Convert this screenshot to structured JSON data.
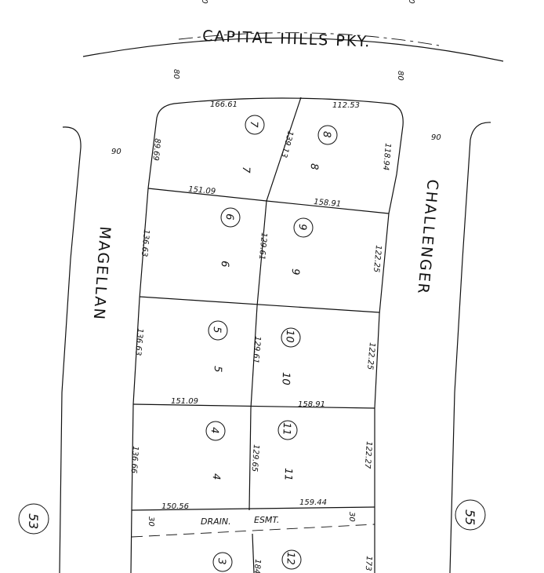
{
  "streets": {
    "top": "CAPITAL HILLS PKY.",
    "left": "MAGELLAN",
    "right": "CHALLENGER"
  },
  "road_widths": {
    "top_left": "80",
    "top_right": "80",
    "left": "90",
    "right": "90",
    "corner_top_left": "80",
    "corner_top_right": "80"
  },
  "easement": {
    "label_a": "DRAIN.",
    "label_b": "ESMT.",
    "width_left": "30",
    "width_right": "30"
  },
  "adjacent_maps": {
    "left": "53",
    "right": "55"
  },
  "lots": [
    {
      "circle": "7",
      "label": "7"
    },
    {
      "circle": "8",
      "label": "8"
    },
    {
      "circle": "6",
      "label": "6"
    },
    {
      "circle": "9",
      "label": "9"
    },
    {
      "circle": "5",
      "label": "5"
    },
    {
      "circle": "10",
      "label": "10"
    },
    {
      "circle": "4",
      "label": "4"
    },
    {
      "circle": "11",
      "label": "11"
    },
    {
      "circle": "3",
      "label": ""
    },
    {
      "circle": "12",
      "label": ""
    }
  ],
  "dimensions": {
    "top_left": "166.61",
    "top_right": "112.53",
    "lot7_west": "89.69",
    "lot7_8_line": "139.13",
    "lot8_east": "118.94",
    "lot6_7_line": "151.09",
    "lot8_9_line": "158.91",
    "lot6_west": "136.63",
    "lot6_9_line": "129.61",
    "lot9_east": "122.25",
    "lot5_west": "136.63",
    "lot5_10_line": "129.61",
    "lot10_east": "122.25",
    "lot4_5_line": "151.09",
    "lot10_11_line": "158.91",
    "lot4_west": "136.66",
    "lot4_11_line": "129.65",
    "lot11_east": "122.27",
    "lot3_4_line": "150.56",
    "lot11_12_line": "159.44",
    "lot3_12_line": "184",
    "lot12_east": "173"
  }
}
